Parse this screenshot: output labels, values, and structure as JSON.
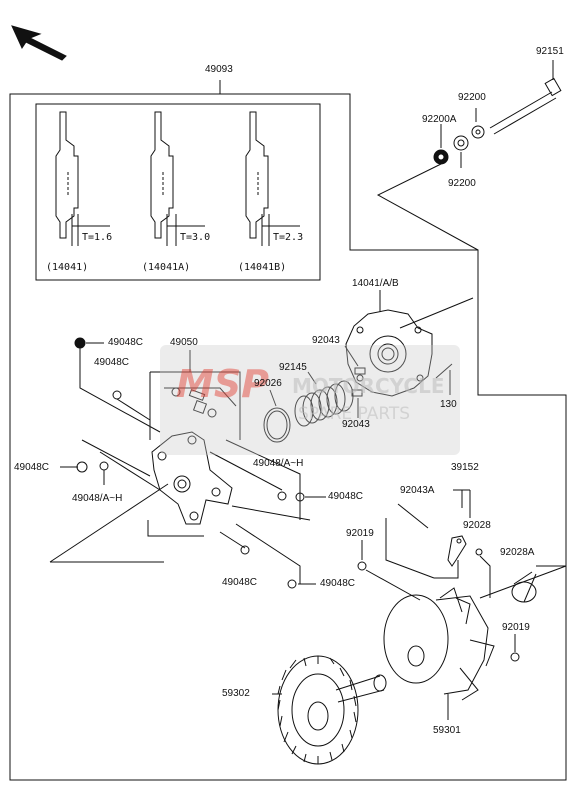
{
  "diagram": {
    "parts": {
      "p49093": "49093",
      "p92151": "92151",
      "p92200": "92200",
      "p92200A": "92200A",
      "p92200b": "92200",
      "p14041": "(14041)",
      "p14041A": "(14041A)",
      "p14041B": "(14041B)",
      "t1": "T=1.6",
      "t2": "T=3.0",
      "t3": "T=2.3",
      "p14041AB": "14041/A/B",
      "p92043a": "92043",
      "p92145": "92145",
      "p92026": "92026",
      "p92043b": "92043",
      "p130": "130",
      "p49048C_1": "49048C",
      "p49050": "49050",
      "p49048C_2": "49048C",
      "p49048C_3": "49048C",
      "p49048AH_1": "49048/A~H",
      "p49048AH_2": "49048/A~H",
      "p49048C_4": "49048C",
      "p49048C_5": "49048C",
      "p49048C_6": "49048C",
      "p39152": "39152",
      "p92043A": "92043A",
      "p92019a": "92019",
      "p92028": "92028",
      "p92028A": "92028A",
      "p92019b": "92019",
      "p59302": "59302",
      "p59301": "59301"
    },
    "watermark": {
      "brand": "MSP",
      "line1": "MOTORCYCLE",
      "line2": "SPARE PARTS"
    }
  },
  "colors": {
    "line": "#111111",
    "watermark_red": "#e23a2c",
    "watermark_gray": "#bdbdbd"
  }
}
